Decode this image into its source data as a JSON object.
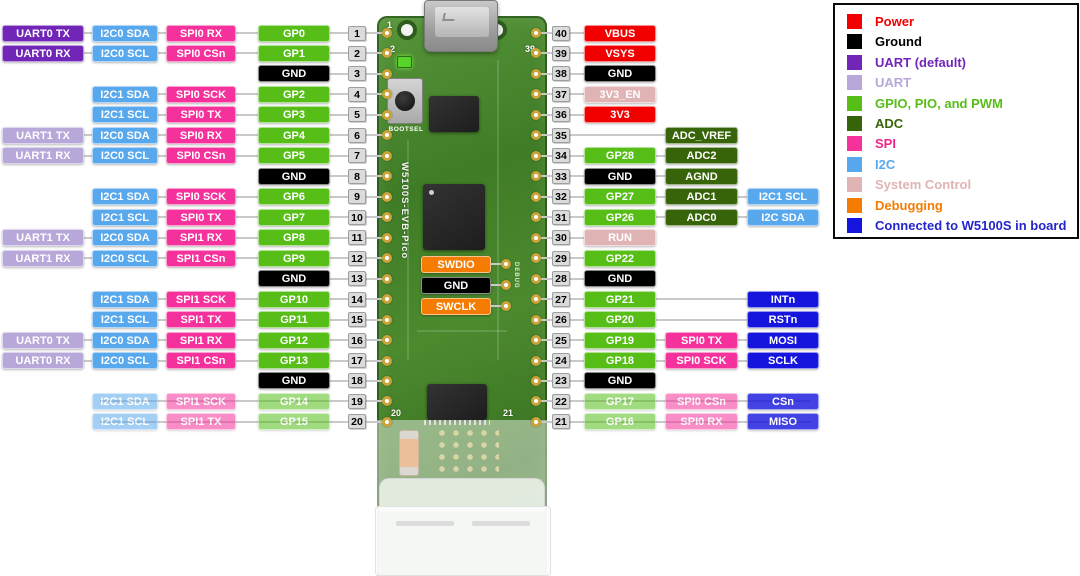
{
  "colors": {
    "power": "#F20000",
    "ground": "#000000",
    "uart_default": "#7126B8",
    "uart": "#B7A8D9",
    "gpio": "#56BE17",
    "adc": "#376409",
    "spi": "#F5319B",
    "i2c": "#58A8EE",
    "sysctl": "#E0B4B5",
    "debug": "#F57C00",
    "w5100s": "#1515DD",
    "wire": "#C9C9C9",
    "pin_box_bg": "#DBDBDB"
  },
  "legend": {
    "items": [
      {
        "label": "Power",
        "k": "power",
        "tc": "#F20000"
      },
      {
        "label": "Ground",
        "k": "ground",
        "tc": "#000000"
      },
      {
        "label": "UART  (default)",
        "k": "uart_default",
        "tc": "#7126B8"
      },
      {
        "label": "UART",
        "k": "uart",
        "tc": "#B7A8D9"
      },
      {
        "label": "GPIO, PIO, and PWM",
        "k": "gpio",
        "tc": "#56BE17"
      },
      {
        "label": "ADC",
        "k": "adc",
        "tc": "#376409"
      },
      {
        "label": "SPI",
        "k": "spi",
        "tc": "#F0258C"
      },
      {
        "label": "I2C",
        "k": "i2c",
        "tc": "#58A8EE"
      },
      {
        "label": "System Control",
        "k": "sysctl",
        "tc": "#E0B4B5"
      },
      {
        "label": "Debugging",
        "k": "debug",
        "tc": "#F57C00"
      },
      {
        "label": "Connected to W5100S in board",
        "k": "w5100s",
        "tc": "#2525CC"
      }
    ]
  },
  "board": {
    "silk_1": "1",
    "silk_2": "2",
    "silk_39": "39",
    "silk_20": "20",
    "silk_21": "21",
    "bootsel_label": "BOOTSEL",
    "name_vertical": "W5100S-EVB-Pico",
    "debug_label": "DEBUG",
    "swdio": "SWDIO",
    "swd_gnd": "GND",
    "swclk": "SWCLK"
  },
  "left_pins": [
    {
      "pin": "1",
      "faded": false,
      "cells": [
        {
          "col": 0,
          "t": "UART0 TX",
          "k": "uart_default"
        },
        {
          "col": 1,
          "t": "I2C0 SDA",
          "k": "i2c"
        },
        {
          "col": 2,
          "t": "SPI0 RX",
          "k": "spi"
        },
        {
          "col": 3,
          "t": "GP0",
          "k": "gpio"
        }
      ]
    },
    {
      "pin": "2",
      "faded": false,
      "cells": [
        {
          "col": 0,
          "t": "UART0 RX",
          "k": "uart_default"
        },
        {
          "col": 1,
          "t": "I2C0 SCL",
          "k": "i2c"
        },
        {
          "col": 2,
          "t": "SPI0 CSn",
          "k": "spi"
        },
        {
          "col": 3,
          "t": "GP1",
          "k": "gpio"
        }
      ]
    },
    {
      "pin": "3",
      "faded": false,
      "cells": [
        {
          "col": 3,
          "t": "GND",
          "k": "ground"
        }
      ]
    },
    {
      "pin": "4",
      "faded": false,
      "cells": [
        {
          "col": 1,
          "t": "I2C1 SDA",
          "k": "i2c"
        },
        {
          "col": 2,
          "t": "SPI0 SCK",
          "k": "spi"
        },
        {
          "col": 3,
          "t": "GP2",
          "k": "gpio"
        }
      ]
    },
    {
      "pin": "5",
      "faded": false,
      "cells": [
        {
          "col": 1,
          "t": "I2C1 SCL",
          "k": "i2c"
        },
        {
          "col": 2,
          "t": "SPI0 TX",
          "k": "spi"
        },
        {
          "col": 3,
          "t": "GP3",
          "k": "gpio"
        }
      ]
    },
    {
      "pin": "6",
      "faded": false,
      "cells": [
        {
          "col": 0,
          "t": "UART1 TX",
          "k": "uart"
        },
        {
          "col": 1,
          "t": "I2C0 SDA",
          "k": "i2c"
        },
        {
          "col": 2,
          "t": "SPI0 RX",
          "k": "spi"
        },
        {
          "col": 3,
          "t": "GP4",
          "k": "gpio"
        }
      ]
    },
    {
      "pin": "7",
      "faded": false,
      "cells": [
        {
          "col": 0,
          "t": "UART1 RX",
          "k": "uart"
        },
        {
          "col": 1,
          "t": "I2C0 SCL",
          "k": "i2c"
        },
        {
          "col": 2,
          "t": "SPI0 CSn",
          "k": "spi"
        },
        {
          "col": 3,
          "t": "GP5",
          "k": "gpio"
        }
      ]
    },
    {
      "pin": "8",
      "faded": false,
      "cells": [
        {
          "col": 3,
          "t": "GND",
          "k": "ground"
        }
      ]
    },
    {
      "pin": "9",
      "faded": false,
      "cells": [
        {
          "col": 1,
          "t": "I2C1 SDA",
          "k": "i2c"
        },
        {
          "col": 2,
          "t": "SPI0 SCK",
          "k": "spi"
        },
        {
          "col": 3,
          "t": "GP6",
          "k": "gpio"
        }
      ]
    },
    {
      "pin": "10",
      "faded": false,
      "cells": [
        {
          "col": 1,
          "t": "I2C1 SCL",
          "k": "i2c"
        },
        {
          "col": 2,
          "t": "SPI0 TX",
          "k": "spi"
        },
        {
          "col": 3,
          "t": "GP7",
          "k": "gpio"
        }
      ]
    },
    {
      "pin": "11",
      "faded": false,
      "cells": [
        {
          "col": 0,
          "t": "UART1 TX",
          "k": "uart"
        },
        {
          "col": 1,
          "t": "I2C0 SDA",
          "k": "i2c"
        },
        {
          "col": 2,
          "t": "SPI1 RX",
          "k": "spi"
        },
        {
          "col": 3,
          "t": "GP8",
          "k": "gpio"
        }
      ]
    },
    {
      "pin": "12",
      "faded": false,
      "cells": [
        {
          "col": 0,
          "t": "UART1 RX",
          "k": "uart"
        },
        {
          "col": 1,
          "t": "I2C0 SCL",
          "k": "i2c"
        },
        {
          "col": 2,
          "t": "SPI1 CSn",
          "k": "spi"
        },
        {
          "col": 3,
          "t": "GP9",
          "k": "gpio"
        }
      ]
    },
    {
      "pin": "13",
      "faded": false,
      "cells": [
        {
          "col": 3,
          "t": "GND",
          "k": "ground"
        }
      ]
    },
    {
      "pin": "14",
      "faded": false,
      "cells": [
        {
          "col": 1,
          "t": "I2C1 SDA",
          "k": "i2c"
        },
        {
          "col": 2,
          "t": "SPI1 SCK",
          "k": "spi"
        },
        {
          "col": 3,
          "t": "GP10",
          "k": "gpio"
        }
      ]
    },
    {
      "pin": "15",
      "faded": false,
      "cells": [
        {
          "col": 1,
          "t": "I2C1 SCL",
          "k": "i2c"
        },
        {
          "col": 2,
          "t": "SPI1 TX",
          "k": "spi"
        },
        {
          "col": 3,
          "t": "GP11",
          "k": "gpio"
        }
      ]
    },
    {
      "pin": "16",
      "faded": false,
      "cells": [
        {
          "col": 0,
          "t": "UART0 TX",
          "k": "uart"
        },
        {
          "col": 1,
          "t": "I2C0 SDA",
          "k": "i2c"
        },
        {
          "col": 2,
          "t": "SPI1 RX",
          "k": "spi"
        },
        {
          "col": 3,
          "t": "GP12",
          "k": "gpio"
        }
      ]
    },
    {
      "pin": "17",
      "faded": false,
      "cells": [
        {
          "col": 0,
          "t": "UART0 RX",
          "k": "uart"
        },
        {
          "col": 1,
          "t": "I2C0 SCL",
          "k": "i2c"
        },
        {
          "col": 2,
          "t": "SPI1 CSn",
          "k": "spi"
        },
        {
          "col": 3,
          "t": "GP13",
          "k": "gpio"
        }
      ]
    },
    {
      "pin": "18",
      "faded": false,
      "cells": [
        {
          "col": 3,
          "t": "GND",
          "k": "ground"
        }
      ]
    },
    {
      "pin": "19",
      "faded": true,
      "cells": [
        {
          "col": 1,
          "t": "I2C1 SDA",
          "k": "i2c"
        },
        {
          "col": 2,
          "t": "SPI1 SCK",
          "k": "spi"
        },
        {
          "col": 3,
          "t": "GP14",
          "k": "gpio"
        }
      ]
    },
    {
      "pin": "20",
      "faded": true,
      "cells": [
        {
          "col": 1,
          "t": "I2C1 SCL",
          "k": "i2c"
        },
        {
          "col": 2,
          "t": "SPI1 TX",
          "k": "spi"
        },
        {
          "col": 3,
          "t": "GP15",
          "k": "gpio"
        }
      ]
    }
  ],
  "right_pins": [
    {
      "pin": "40",
      "faded": false,
      "cells": [
        {
          "col": 0,
          "t": "VBUS",
          "k": "power"
        }
      ]
    },
    {
      "pin": "39",
      "faded": false,
      "cells": [
        {
          "col": 0,
          "t": "VSYS",
          "k": "power"
        }
      ]
    },
    {
      "pin": "38",
      "faded": false,
      "cells": [
        {
          "col": 0,
          "t": "GND",
          "k": "ground"
        }
      ]
    },
    {
      "pin": "37",
      "faded": false,
      "cells": [
        {
          "col": 0,
          "t": "3V3_EN",
          "k": "sysctl"
        }
      ]
    },
    {
      "pin": "36",
      "faded": false,
      "cells": [
        {
          "col": 0,
          "t": "3V3",
          "k": "power"
        }
      ]
    },
    {
      "pin": "35",
      "faded": false,
      "cells": [
        {
          "col": 1,
          "t": "ADC_VREF",
          "k": "adc"
        }
      ]
    },
    {
      "pin": "34",
      "faded": false,
      "cells": [
        {
          "col": 0,
          "t": "GP28",
          "k": "gpio"
        },
        {
          "col": 1,
          "t": "ADC2",
          "k": "adc"
        }
      ]
    },
    {
      "pin": "33",
      "faded": false,
      "cells": [
        {
          "col": 0,
          "t": "GND",
          "k": "ground"
        },
        {
          "col": 1,
          "t": "AGND",
          "k": "adc"
        }
      ]
    },
    {
      "pin": "32",
      "faded": false,
      "cells": [
        {
          "col": 0,
          "t": "GP27",
          "k": "gpio"
        },
        {
          "col": 1,
          "t": "ADC1",
          "k": "adc"
        },
        {
          "col": 2,
          "t": "I2C1 SCL",
          "k": "i2c"
        }
      ]
    },
    {
      "pin": "31",
      "faded": false,
      "cells": [
        {
          "col": 0,
          "t": "GP26",
          "k": "gpio"
        },
        {
          "col": 1,
          "t": "ADC0",
          "k": "adc"
        },
        {
          "col": 2,
          "t": "I2C SDA",
          "k": "i2c"
        }
      ]
    },
    {
      "pin": "30",
      "faded": false,
      "cells": [
        {
          "col": 0,
          "t": "RUN",
          "k": "sysctl"
        }
      ]
    },
    {
      "pin": "29",
      "faded": false,
      "cells": [
        {
          "col": 0,
          "t": "GP22",
          "k": "gpio"
        }
      ]
    },
    {
      "pin": "28",
      "faded": false,
      "cells": [
        {
          "col": 0,
          "t": "GND",
          "k": "ground"
        }
      ]
    },
    {
      "pin": "27",
      "faded": false,
      "cells": [
        {
          "col": 0,
          "t": "GP21",
          "k": "gpio"
        },
        {
          "col": 2,
          "t": "INTn",
          "k": "w5100s"
        }
      ]
    },
    {
      "pin": "26",
      "faded": false,
      "cells": [
        {
          "col": 0,
          "t": "GP20",
          "k": "gpio"
        },
        {
          "col": 2,
          "t": "RSTn",
          "k": "w5100s"
        }
      ]
    },
    {
      "pin": "25",
      "faded": false,
      "cells": [
        {
          "col": 0,
          "t": "GP19",
          "k": "gpio"
        },
        {
          "col": 1,
          "t": "SPI0 TX",
          "k": "spi"
        },
        {
          "col": 2,
          "t": "MOSI",
          "k": "w5100s"
        }
      ]
    },
    {
      "pin": "24",
      "faded": false,
      "cells": [
        {
          "col": 0,
          "t": "GP18",
          "k": "gpio"
        },
        {
          "col": 1,
          "t": "SPI0 SCK",
          "k": "spi"
        },
        {
          "col": 2,
          "t": "SCLK",
          "k": "w5100s"
        }
      ]
    },
    {
      "pin": "23",
      "faded": false,
      "cells": [
        {
          "col": 0,
          "t": "GND",
          "k": "ground"
        }
      ]
    },
    {
      "pin": "22",
      "faded": true,
      "cells": [
        {
          "col": 0,
          "t": "GP17",
          "k": "gpio"
        },
        {
          "col": 1,
          "t": "SPI0 CSn",
          "k": "spi"
        },
        {
          "col": 2,
          "t": "CSn",
          "k": "w5100s"
        }
      ]
    },
    {
      "pin": "21",
      "faded": true,
      "cells": [
        {
          "col": 0,
          "t": "GP16",
          "k": "gpio"
        },
        {
          "col": 1,
          "t": "SPI0 RX",
          "k": "spi"
        },
        {
          "col": 2,
          "t": "MISO",
          "k": "w5100s"
        }
      ]
    }
  ]
}
